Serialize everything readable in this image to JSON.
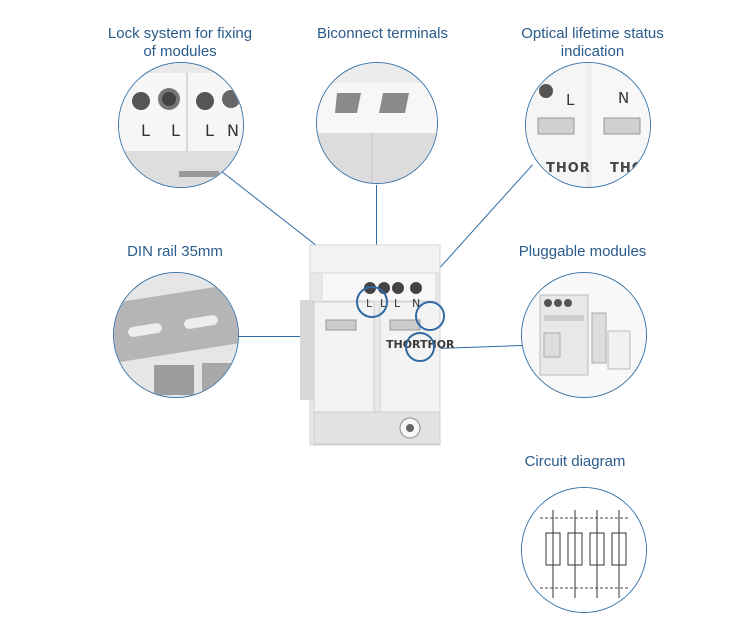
{
  "callouts": {
    "lock": "Lock system for fixing\nof modules",
    "biconnect": "Biconnect terminals",
    "optical": "Optical lifetime status\nindication",
    "din": "DIN rail 35mm",
    "pluggable": "Pluggable modules",
    "circuit": "Circuit diagram"
  },
  "device": {
    "brand": "THOR",
    "terminals": [
      "L",
      "L",
      "L",
      "N"
    ]
  }
}
